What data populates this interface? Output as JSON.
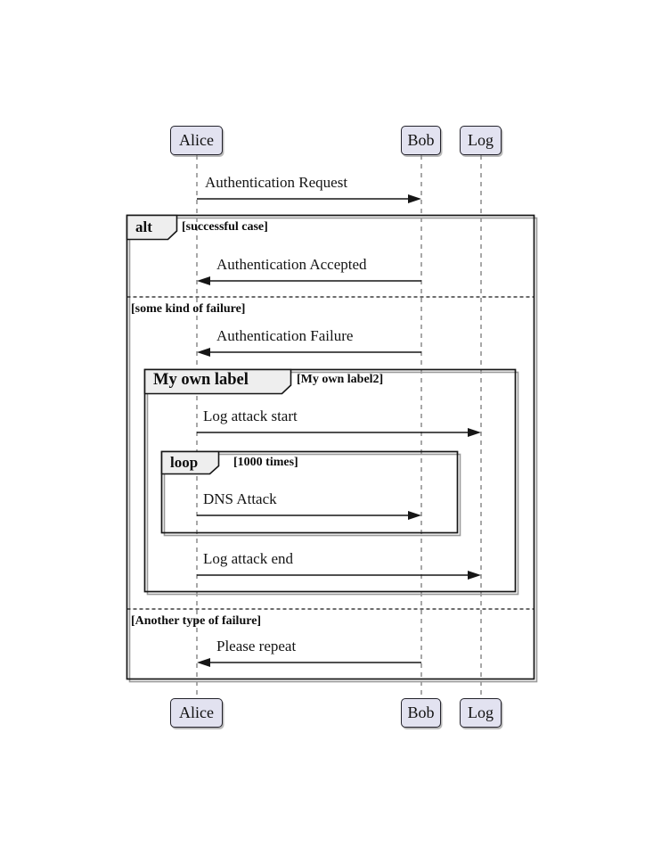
{
  "diagram_type": "uml-sequence-diagram",
  "participants": {
    "top": [
      "Alice",
      "Bob",
      "Log"
    ],
    "bottom": [
      "Alice",
      "Bob",
      "Log"
    ]
  },
  "messages": [
    {
      "text": "Authentication Request",
      "from": "Alice",
      "to": "Bob",
      "direction": "right"
    },
    {
      "text": "Authentication Accepted",
      "from": "Bob",
      "to": "Alice",
      "direction": "left"
    },
    {
      "text": "Authentication Failure",
      "from": "Bob",
      "to": "Alice",
      "direction": "left"
    },
    {
      "text": "Log attack start",
      "from": "Alice",
      "to": "Log",
      "direction": "right"
    },
    {
      "text": "DNS Attack",
      "from": "Alice",
      "to": "Bob",
      "direction": "right"
    },
    {
      "text": "Log attack end",
      "from": "Alice",
      "to": "Log",
      "direction": "right"
    },
    {
      "text": "Please repeat",
      "from": "Bob",
      "to": "Alice",
      "direction": "left"
    }
  ],
  "frames": {
    "alt": {
      "label": "alt",
      "conditions": [
        "[successful case]",
        "[some kind of failure]",
        "[Another type of failure]"
      ]
    },
    "group": {
      "label": "My own label",
      "condition": "[My own label2]"
    },
    "loop": {
      "label": "loop",
      "condition": "[1000 times]"
    }
  },
  "colors": {
    "background": "#FFFFFF",
    "participant_fill": "#E2E2F0",
    "participant_border": "#23222B",
    "frame_border": "#161616",
    "frame_label_fill": "#EEEEEE",
    "lifeline": "#6E6E6E",
    "arrow": "#161616",
    "shadow": "#9A9A9A"
  }
}
